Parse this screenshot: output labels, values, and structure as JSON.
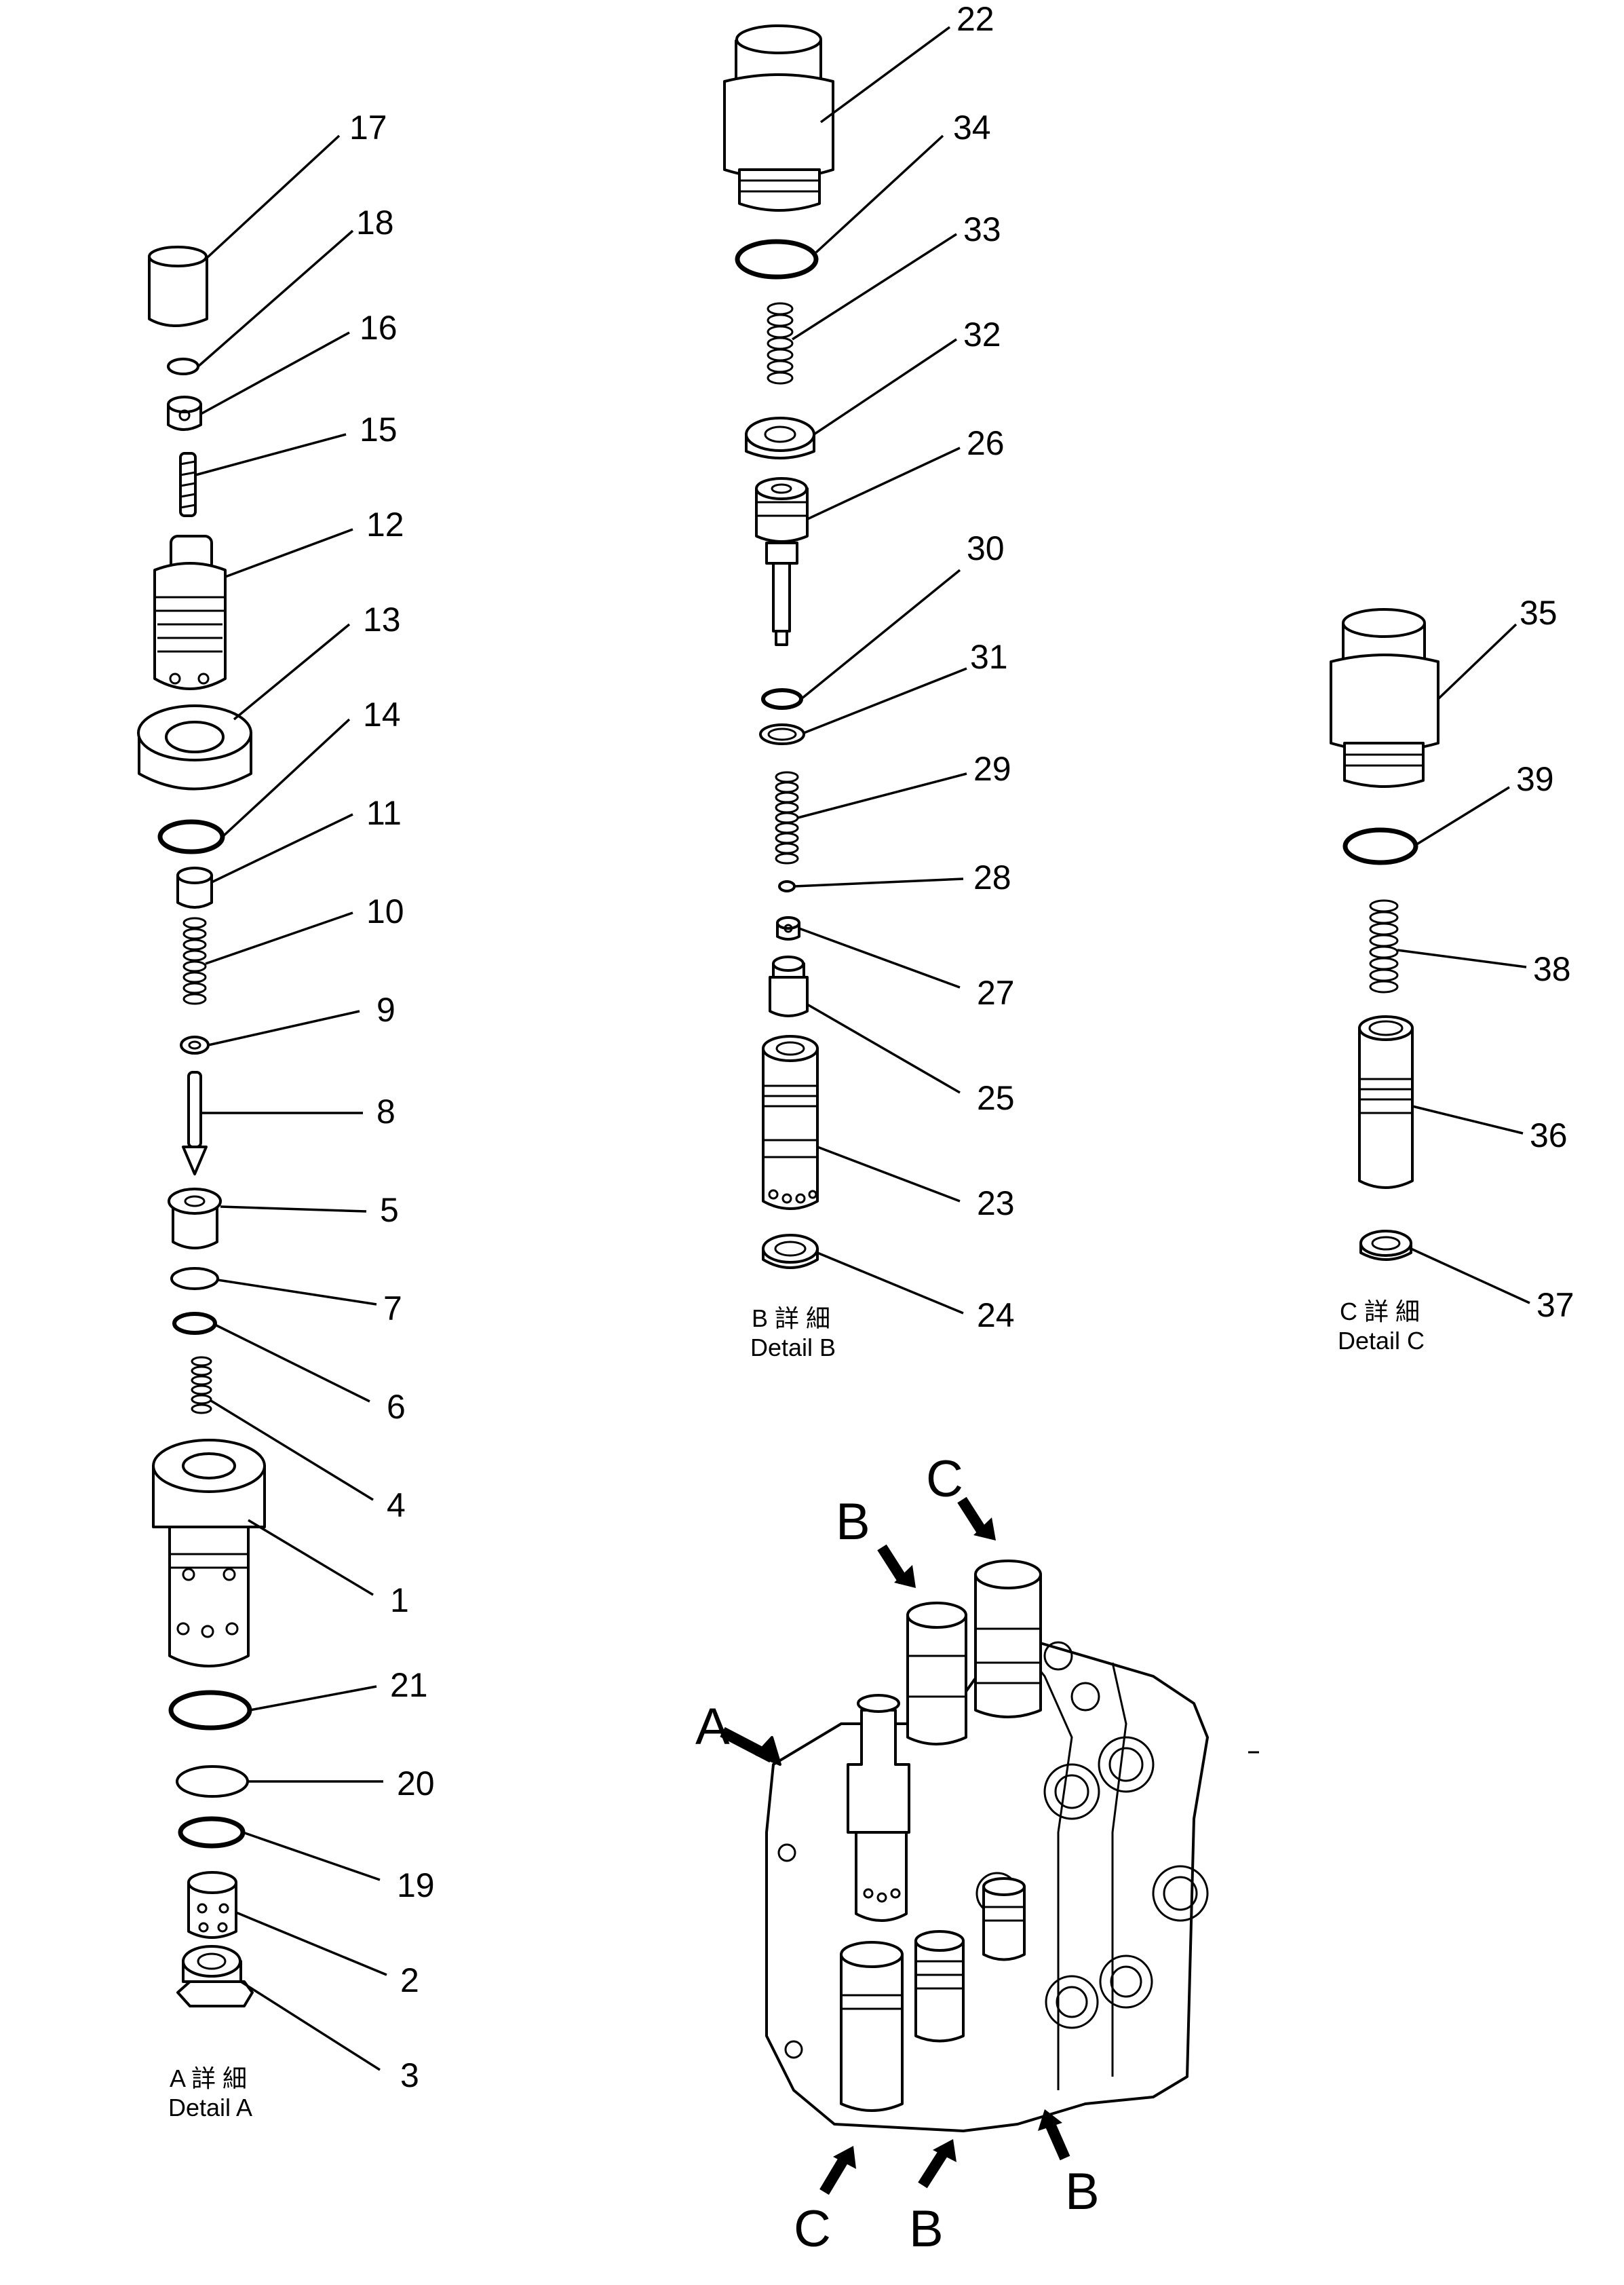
{
  "callouts": [
    "1",
    "2",
    "3",
    "4",
    "5",
    "6",
    "7",
    "8",
    "9",
    "10",
    "11",
    "12",
    "13",
    "14",
    "15",
    "16",
    "17",
    "18",
    "19",
    "20",
    "21",
    "22",
    "23",
    "24",
    "25",
    "26",
    "27",
    "28",
    "29",
    "30",
    "31",
    "32",
    "33",
    "34",
    "35",
    "36",
    "37",
    "38",
    "39"
  ],
  "details": {
    "a": {
      "jp": "A 詳 細",
      "en": "Detail A"
    },
    "b": {
      "jp": "B 詳 細",
      "en": "Detail B"
    },
    "c": {
      "jp": "C 詳 細",
      "en": "Detail C"
    }
  },
  "view_markers": {
    "a": "A",
    "b_top": "B",
    "c_top": "C",
    "c_bottom": "C",
    "b_bottom_left": "B",
    "b_bottom_right": "B"
  }
}
